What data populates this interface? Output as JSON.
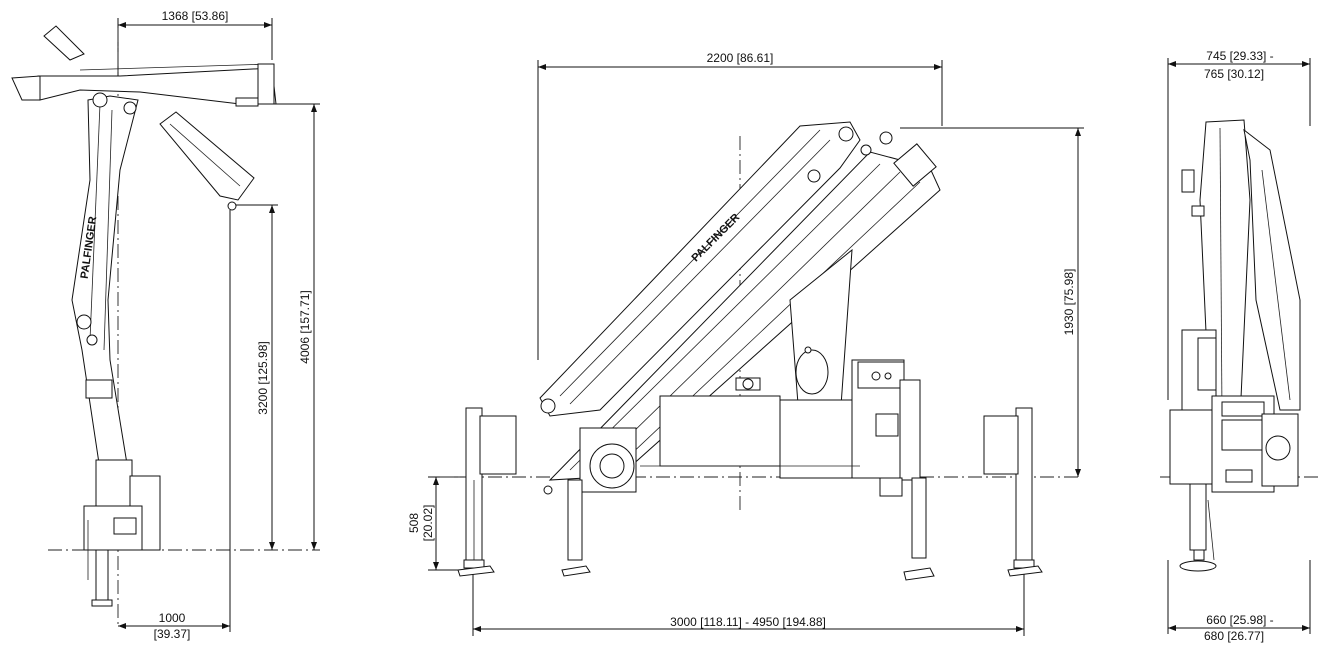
{
  "dimensions": {
    "side_reach_top": "1368  [53.86]",
    "side_height_total": "4006  [157.71]",
    "side_height_hook": "3200  [125.98]",
    "side_bottom_1": "1000",
    "side_bottom_2": "[39.37]",
    "front_reach": "2200  [86.61]",
    "front_height": "1930  [75.98]",
    "front_leg": "508",
    "front_leg_in": "[20.02]",
    "front_spread": "3000  [118.11] - 4950  [194.88]",
    "end_width_top_1": "745  [29.33] -",
    "end_width_top_2": "765  [30.12]",
    "end_width_bot_1": "660  [25.98] -",
    "end_width_bot_2": "680  [26.77]"
  },
  "brand": {
    "logo_text": "PALFINGER"
  },
  "colors": {
    "line": "#111111",
    "background": "#ffffff"
  }
}
